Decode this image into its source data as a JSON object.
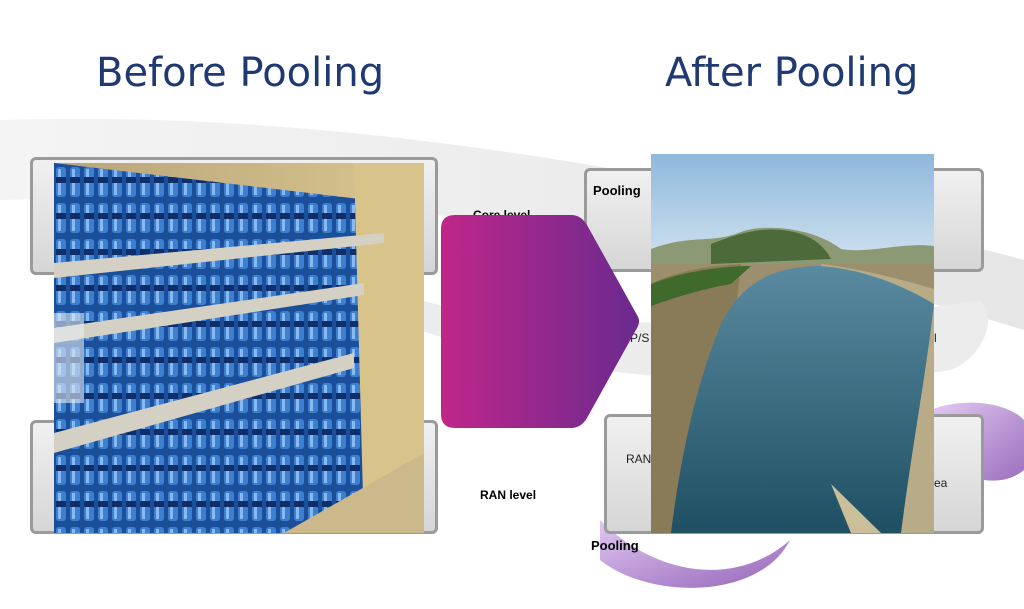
{
  "slide": {
    "title_before": "Before Pooling",
    "title_after": "After Pooling"
  },
  "diagram": {
    "core_level": "Core level",
    "ran_level": "RAN level",
    "pooling_top": "Pooling",
    "pooling_bottom": "Pooling",
    "p_s_fragment": "P/S",
    "ran_fragment": "RAN",
    "ea_fragment": "ea",
    "i_fragment": "l"
  },
  "colors": {
    "title": "#1f3a73",
    "arrow_start": "#c0268a",
    "arrow_end": "#6a2a8f",
    "water": "#2b5d6e",
    "sky": "#bcd6ec"
  }
}
